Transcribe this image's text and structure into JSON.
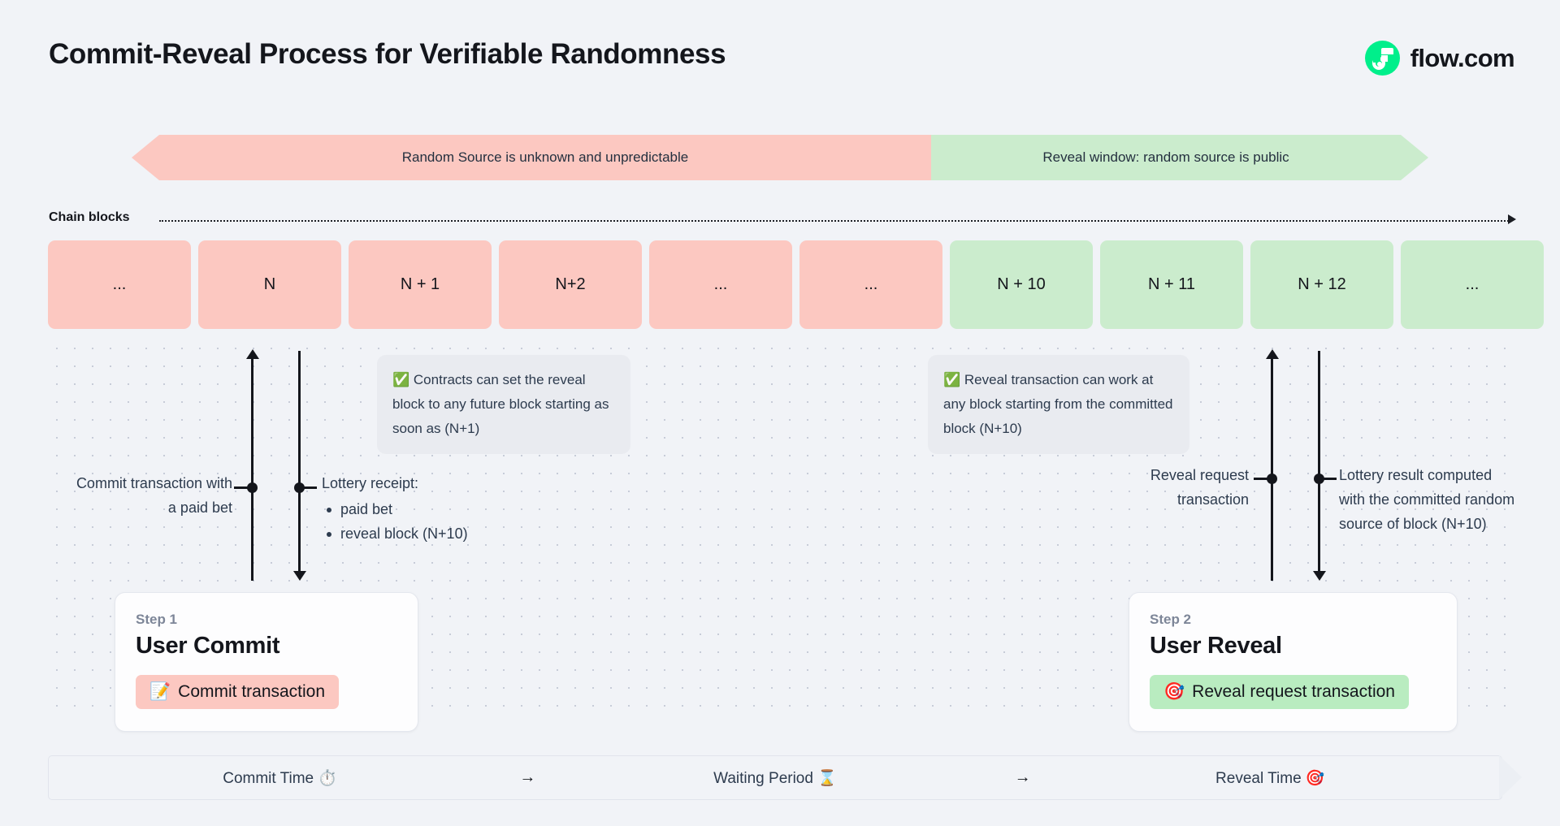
{
  "header": {
    "title": "Commit-Reveal Process for Verifiable Randomness",
    "brand_text": "flow.com",
    "brand_icon": "flow-logo-icon"
  },
  "banners": {
    "unknown": "Random Source is unknown and unpredictable",
    "reveal": "Reveal window: random source is public"
  },
  "chain": {
    "label": "Chain blocks",
    "blocks": [
      {
        "label": "...",
        "state": "pink"
      },
      {
        "label": "N",
        "state": "pink"
      },
      {
        "label": "N + 1",
        "state": "pink"
      },
      {
        "label": "N+2",
        "state": "pink"
      },
      {
        "label": "...",
        "state": "pink"
      },
      {
        "label": "...",
        "state": "pink"
      },
      {
        "label": "N + 10",
        "state": "green"
      },
      {
        "label": "N + 11",
        "state": "green"
      },
      {
        "label": "N + 12",
        "state": "green"
      },
      {
        "label": "...",
        "state": "green"
      }
    ]
  },
  "callouts": {
    "a_icon": "white-heavy-check-mark-icon",
    "a_text": "Contracts can set the reveal block to any future block starting as soon as (N+1)",
    "b_icon": "white-heavy-check-mark-icon",
    "b_text": "Reveal transaction can work at any block starting from the committed block (N+10)"
  },
  "annotations": {
    "commit": "Commit transaction with a paid bet",
    "receipt_title": "Lottery receipt:",
    "receipt_items": [
      "paid bet",
      "reveal block (N+10)"
    ],
    "reveal_request": "Reveal request transaction",
    "lottery_result": "Lottery result computed with the committed random source of block (N+10)"
  },
  "steps": [
    {
      "step": "Step 1",
      "title": "User Commit",
      "pill_icon": "memo-icon",
      "pill_label": "Commit transaction"
    },
    {
      "step": "Step 2",
      "title": "User Reveal",
      "pill_icon": "direct-hit-icon",
      "pill_label": "Reveal request transaction"
    }
  ],
  "phasebar": {
    "phases": [
      "Commit Time ⏱️",
      "Waiting Period ⌛",
      "Reveal Time 🎯"
    ],
    "separator": "→"
  },
  "colors": {
    "pink": "#fcc8c1",
    "green": "#cbeccd",
    "background": "#f1f3f7",
    "ink": "#14161c"
  }
}
